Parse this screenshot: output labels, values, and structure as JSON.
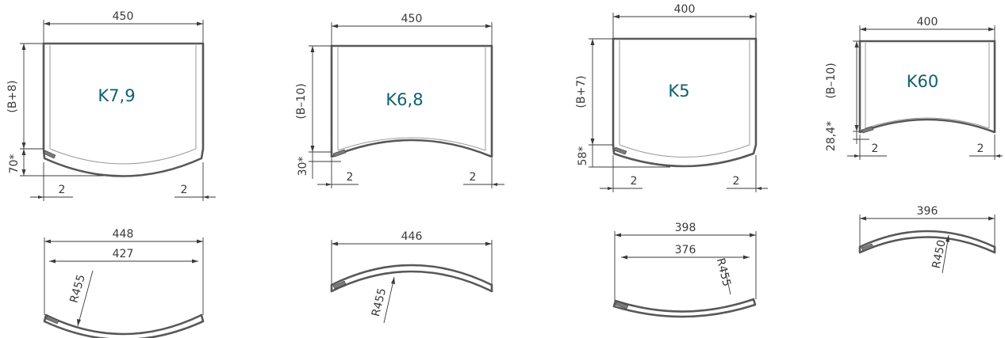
{
  "panels": [
    {
      "label": "K7,9",
      "top": {
        "width": "450",
        "height": "(B+8)",
        "offset": "70*",
        "left_gap": "2",
        "right_gap": "2"
      },
      "bottom": {
        "outer": "448",
        "inner": "427",
        "radius": "R455"
      }
    },
    {
      "label": "K6,8",
      "top": {
        "width": "450",
        "height": "(B–10)",
        "offset": "30*",
        "left_gap": "2",
        "right_gap": "2"
      },
      "bottom": {
        "outer": "446",
        "radius": "R455"
      }
    },
    {
      "label": "K5",
      "top": {
        "width": "400",
        "height": "(B+7)",
        "offset": "58*",
        "left_gap": "2",
        "right_gap": "2"
      },
      "bottom": {
        "outer": "398",
        "inner": "376",
        "radius": "R455"
      }
    },
    {
      "label": "K60",
      "top": {
        "width": "400",
        "height": "(B–10)",
        "offset": "28,4*",
        "left_gap": "2",
        "right_gap": "2"
      },
      "bottom": {
        "outer": "396",
        "radius": "R450"
      }
    }
  ]
}
